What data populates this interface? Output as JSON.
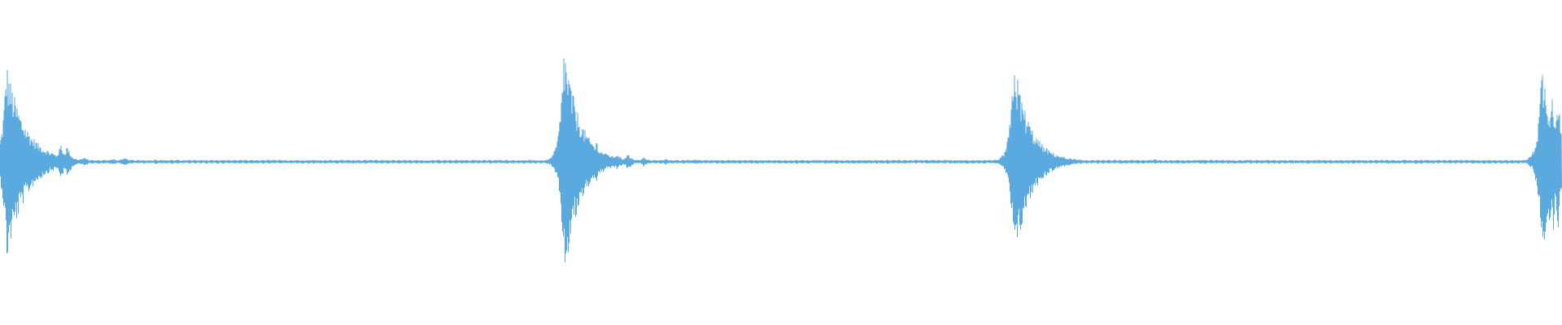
{
  "waveform": {
    "color": "#5aaae0",
    "background": "#ffffff",
    "bursts": [
      {
        "time": 0.004,
        "peak": 0.74,
        "decay": 0.012,
        "echoes": [
          {
            "time": 0.0145,
            "amp": 0.12
          },
          {
            "time": 0.0195,
            "amp": 0.09
          },
          {
            "time": 0.03,
            "amp": 0.07
          },
          {
            "time": 0.039,
            "amp": 0.13
          },
          {
            "time": 0.043,
            "amp": 0.12
          },
          {
            "time": 0.054,
            "amp": 0.03
          },
          {
            "time": 0.072,
            "amp": 0.02
          },
          {
            "time": 0.08,
            "amp": 0.03
          },
          {
            "time": 0.1,
            "amp": 0.015
          },
          {
            "time": 0.11,
            "amp": 0.012
          }
        ]
      },
      {
        "time": 0.361,
        "peak": 0.88,
        "decay": 0.01,
        "echoes": [
          {
            "time": 0.382,
            "amp": 0.16
          },
          {
            "time": 0.395,
            "amp": 0.06
          },
          {
            "time": 0.402,
            "amp": 0.06
          },
          {
            "time": 0.412,
            "amp": 0.03
          },
          {
            "time": 0.426,
            "amp": 0.02
          },
          {
            "time": 0.446,
            "amp": 0.015
          },
          {
            "time": 0.462,
            "amp": 0.012
          }
        ]
      },
      {
        "time": 0.649,
        "peak": 0.78,
        "decay": 0.01,
        "echoes": [
          {
            "time": 0.666,
            "amp": 0.04
          },
          {
            "time": 0.676,
            "amp": 0.02
          },
          {
            "time": 0.74,
            "amp": 0.015
          },
          {
            "time": 0.77,
            "amp": 0.015
          },
          {
            "time": 0.8,
            "amp": 0.012
          }
        ]
      },
      {
        "time": 0.987,
        "peak": 0.72,
        "decay": 0.01,
        "echoes": [
          {
            "time": 0.994,
            "amp": 0.55
          },
          {
            "time": 0.997,
            "amp": 0.6
          }
        ]
      }
    ]
  }
}
